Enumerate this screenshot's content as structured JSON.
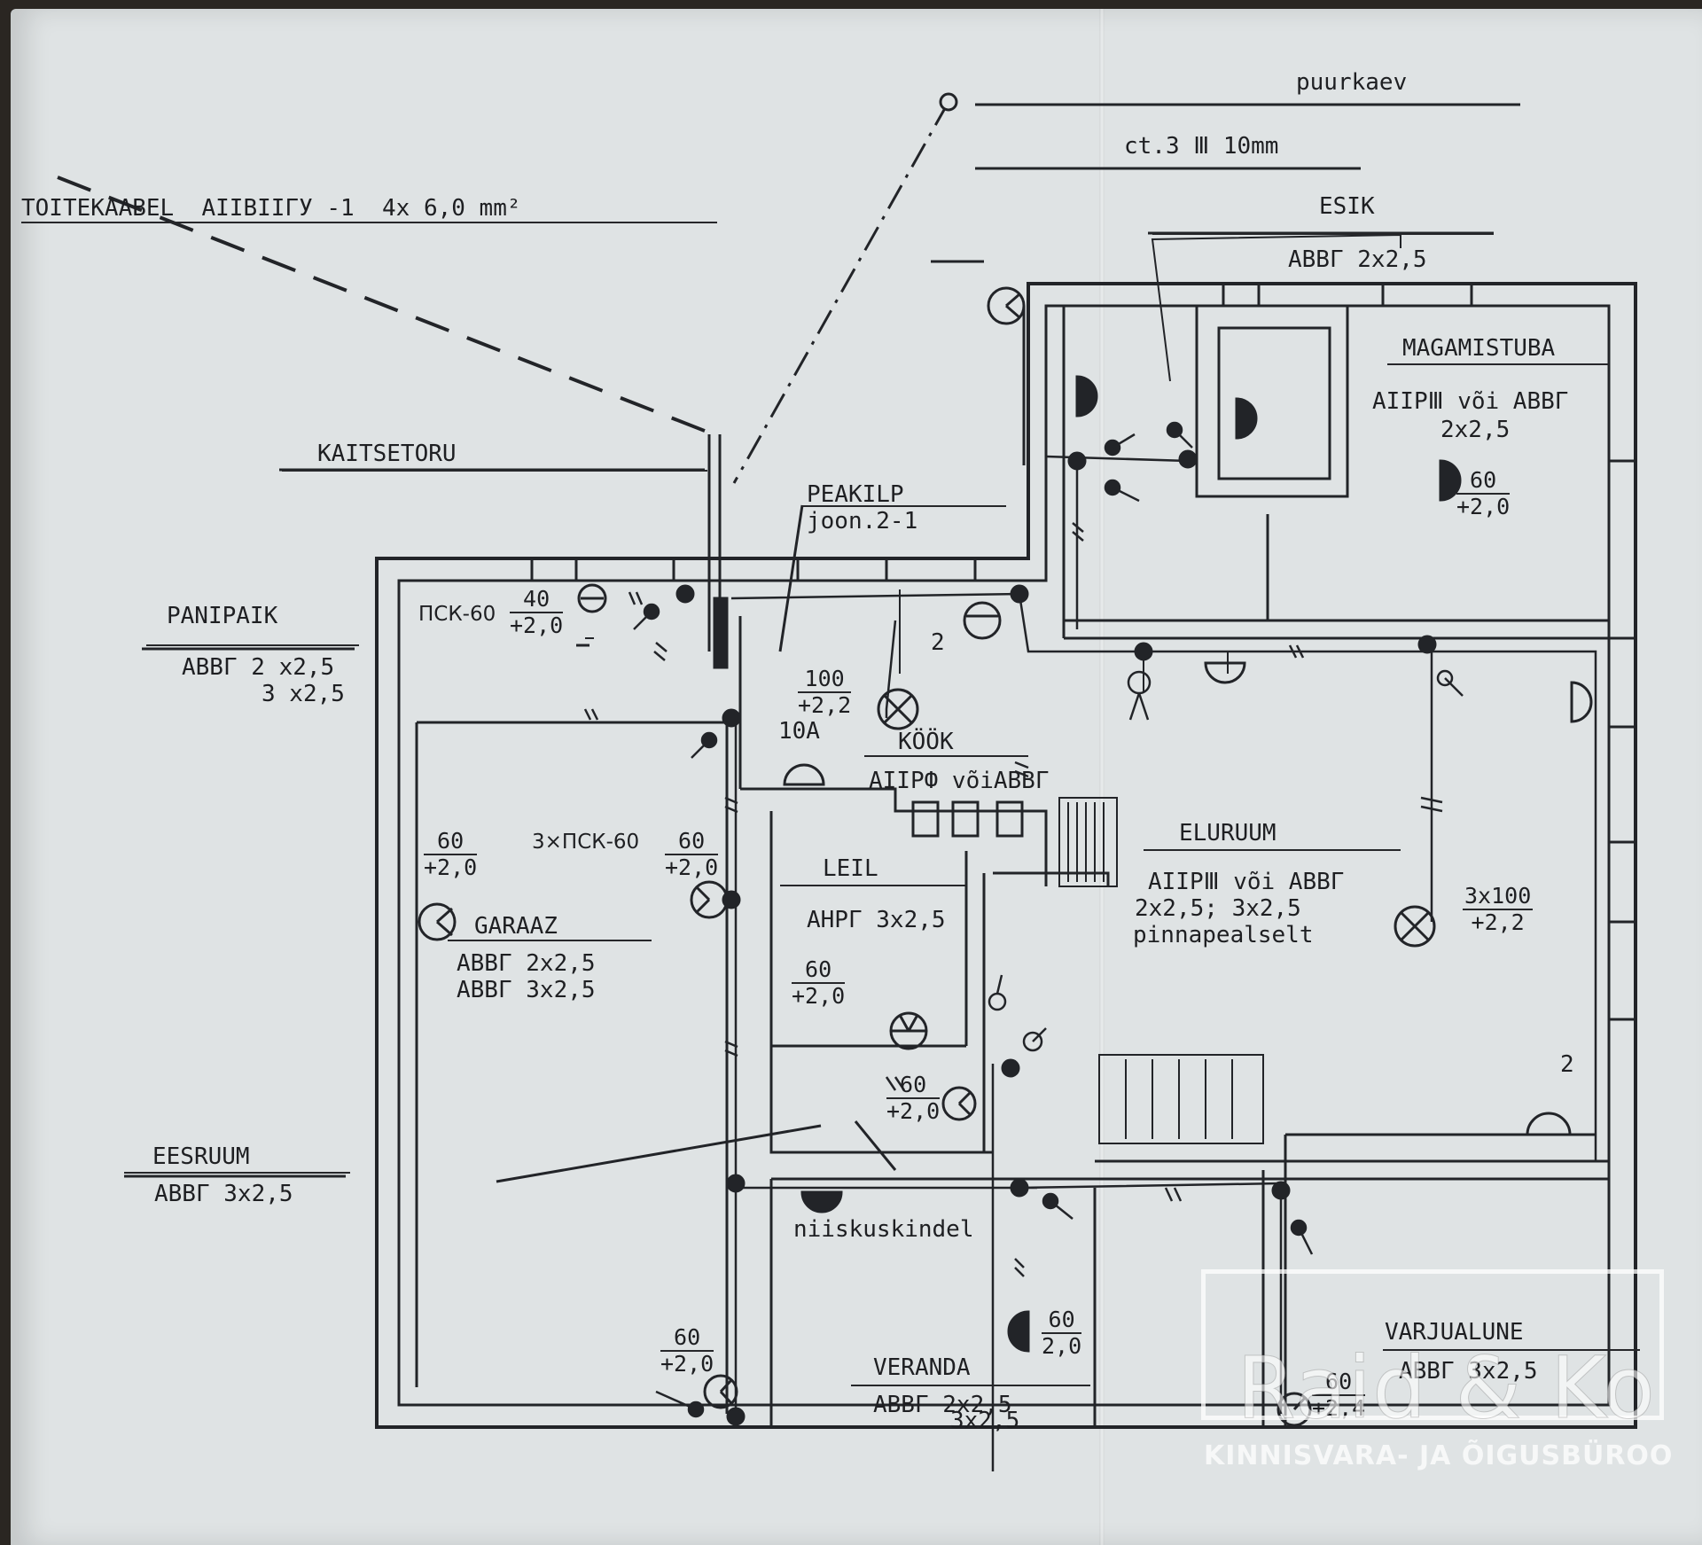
{
  "labels": {
    "puurkaev": "puurkaev",
    "ct": "ct.3 Ⅲ 10mm",
    "toitekaabel": "TOITEKAABEL  AIIBIIГУ -1  4x 6,0 mm²",
    "esik": "ESIK",
    "esik_cable": "ABBГ 2x2,5",
    "magamistuba": "MAGAMISTUBA",
    "magamistuba_cable1": "AIIPⅢ või ABBГ",
    "magamistuba_cable2": "2x2,5",
    "kaitsetoru": "KAITSETORU",
    "peakilp": "PEAKILP",
    "peakilp_ref": "joon.2-1",
    "panipaik": "PANIPAIK",
    "panipaik_cable1": "ABBГ 2 x2,5",
    "panipaik_cable2": "3 x2,5",
    "psk_panipaik": "ПСК-60",
    "amp_10a": "10A",
    "kook": "KÖÖK",
    "kook_cable": "AIIPФ võiABBГ",
    "eluruum": "ELURUUM",
    "eluruum_cable1": "AIIPⅢ või ABBГ",
    "eluruum_cable2": "2x2,5; 3x2,5",
    "eluruum_cable3": "pinnapealselt",
    "leil": "LEIL",
    "leil_cable": "AHPГ 3x2,5",
    "psk_garaaz": "3×ПСК-60",
    "garaaz": "GARAAZ",
    "garaaz_cable1": "ABBГ 2x2,5",
    "garaaz_cable2": "ABBГ 3x2,5",
    "eesruum": "EESRUUM",
    "eesruum_cable": "ABBГ 3x2,5",
    "niiskuskindel": "niiskuskindel",
    "veranda": "VERANDA",
    "veranda_cable1": "ABBГ 2x2,5",
    "veranda_cable2": "3x2,5",
    "varjualune": "VARJUALUNE",
    "varjualune_cable": "ABBГ 3x2,5",
    "outlet_count": "2",
    "outlet_count_kook": "2"
  },
  "fixtures": {
    "magamistuba": {
      "power": "60",
      "height": "+2,0"
    },
    "panipaik": {
      "power": "40",
      "height": "+2,0"
    },
    "kook": {
      "power": "100",
      "height": "+2,2"
    },
    "garaaz_left": {
      "power": "60",
      "height": "+2,0"
    },
    "garaaz_right": {
      "power": "60",
      "height": "+2,0"
    },
    "eluruum": {
      "power": "3x100",
      "height": "+2,2"
    },
    "leil": {
      "power": "60",
      "height": "+2,0"
    },
    "leil_lower": {
      "power": "60",
      "height": "+2,0"
    },
    "eesruum": {
      "power": "60",
      "height": "+2,0"
    },
    "veranda": {
      "power": "60",
      "height": "2,0"
    },
    "varjualune": {
      "power": "60",
      "height": "+2,4"
    }
  },
  "watermark": {
    "name": "Raid & Ko",
    "tagline": "KINNISVARA- JA ÕIGUSBÜROO"
  }
}
